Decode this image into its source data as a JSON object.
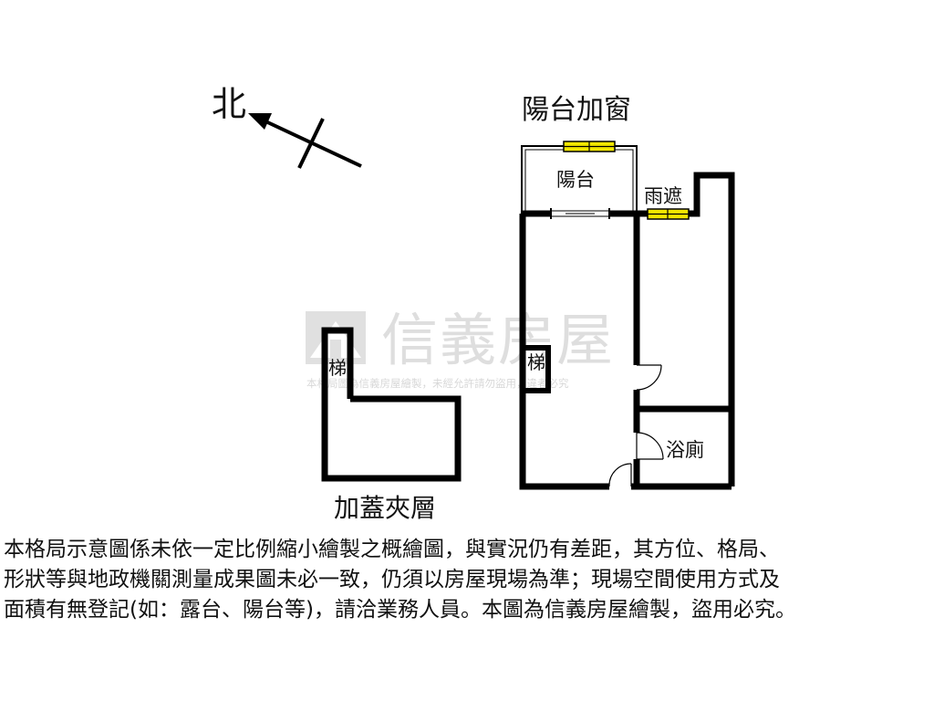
{
  "plan": {
    "north_label": "北",
    "balcony_window_label": "陽台加窗",
    "balcony_label": "陽台",
    "awning_label": "雨遮",
    "stairs_label_left": "梯",
    "stairs_label_right": "梯",
    "bathroom_label": "浴廁",
    "mezzanine_label": "加蓋夾層"
  },
  "watermark": {
    "brand": "信義房屋",
    "notice": "本格局圖為信義房屋繪製，未經允許請勿盜用，違者必究"
  },
  "disclaimer": {
    "line1": "本格局示意圖係未依一定比例縮小繪製之概繪圖，與實況仍有差距，其方位、格局、",
    "line2": "形狀等與地政機關測量成果圖未必一致，仍須以房屋現場為準；現場空間使用方式及",
    "line3": "面積有無登記(如：露台、陽台等)，請洽業務人員。本圖為信義房屋繪製，盜用必究。"
  },
  "colors": {
    "wall": "#000000",
    "window_fill": "#f2e600",
    "watermark": "#d6d6d6",
    "text": "#111111"
  }
}
